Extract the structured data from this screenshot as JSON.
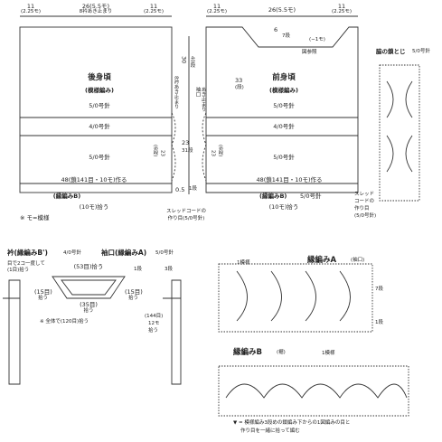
{
  "back": {
    "dim_top_left": "11",
    "dim_top_left_sub": "(2.25モ)",
    "dim_top_mid": "26(5.5モ)",
    "dim_top_mid_sub": "8衿あき止まり",
    "dim_top_right": "11",
    "dim_top_right_sub": "(2.25モ)",
    "title": "後身頃",
    "pattern": "(模様編み)",
    "needle_top": "5/0号針",
    "needle_mid": "4/0号針",
    "needle_bot": "5/0号針",
    "side_23": "23",
    "side_23_sub": "(6段)",
    "start": "48(鎖141目・10モ)作る",
    "edge": "(縁編みB)",
    "edge_pick": "(10モ)拾う",
    "note": "※ モ=模様"
  },
  "middle": {
    "v30": "30",
    "v30_sub": "40段",
    "v_neck": "8衿あき止まり",
    "v_sleeve_a": "袖口",
    "v_sleeve_b": "あき止まり",
    "v23": "23",
    "v23_sub": "31段",
    "v05": "0.5",
    "v05_sub": "1段",
    "cord": "スレッドコードの",
    "cord_sub": "作り目(5/0号針)"
  },
  "front": {
    "dim_top_left": "11",
    "dim_top_left_sub": "(2.25モ)",
    "dim_top_mid": "26(5.5モ)",
    "dim_top_right": "11",
    "dim_top_right_sub": "(2.25モ)",
    "neck_6": "6",
    "neck_6_sub": "7段",
    "neck_minus": "(−1モ)",
    "neck_ref": "図参照",
    "v33": "33",
    "v33_sub": "(段)",
    "title": "前身頃",
    "pattern": "(模様編み)",
    "needle_top": "5/0号針",
    "needle_mid": "4/0号針",
    "needle_bot": "5/0号針",
    "side_23": "23",
    "side_23_sub": "(6段)",
    "start": "48(鎖141目・10モ)作る",
    "edge": "(縁編みB)",
    "edge_needle": "5/0号針",
    "edge_pick": "(10モ)拾う",
    "cord": "スレッド",
    "cord_b": "コードの",
    "cord_c": "作り目",
    "cord_d": "(5/0号針)"
  },
  "side_seam": {
    "title": "脇の鎖とじ",
    "needle": "5/0号針"
  },
  "collar": {
    "title": "衿(縁編みB')",
    "needle": "4/0号針",
    "note1": "目で2コ一度して",
    "note2": "(1目)拾う"
  },
  "cuff": {
    "title": "袖口(縁編みA)",
    "needle": "5/0号針",
    "top": "(53目)拾う",
    "left": "(15目)",
    "left_sub": "拾う",
    "right": "(15目)",
    "right_sub": "拾う",
    "bottom": "(35目)",
    "bottom_sub": "拾う",
    "total": "※ 全体で(120目)拾う",
    "v_a": "1段",
    "v_b": "3段",
    "long": "(144目)",
    "long_b": "12モ",
    "long_c": "拾う"
  },
  "edge_a": {
    "title": "縁編みA",
    "sub": "(袖口)",
    "pattern": "1模様",
    "mark": "7段",
    "mark2": "1段"
  },
  "edge_b": {
    "title": "縁編みB",
    "sub": "(裾)",
    "pattern": "1模様"
  },
  "footnote": {
    "line1": "▼ = 模様編み3段めの鎖編み下からの1図編みの目と",
    "line2": "作り目を一緒に拾って編む"
  }
}
